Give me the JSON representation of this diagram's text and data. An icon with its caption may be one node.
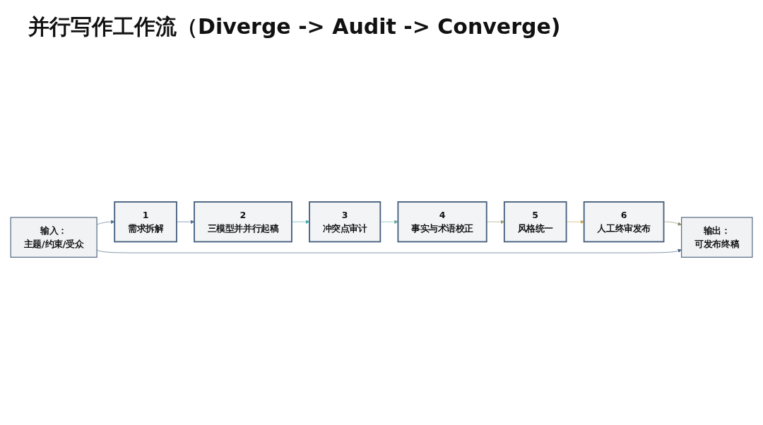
{
  "diagram": {
    "title": "并行写作工作流（Diverge -> Audit -> Converge)",
    "nodes": [
      {
        "text": [
          "1",
          "需求拆解"
        ]
      },
      {
        "text": [
          "2",
          "三模型并并行起稿"
        ]
      },
      {
        "text": [
          "3",
          "冲突点审计"
        ]
      },
      {
        "text": [
          "4",
          "事实与术语校正"
        ]
      },
      {
        "text": [
          "5",
          "风格统一"
        ]
      },
      {
        "text": [
          "6",
          "人工终审发布"
        ]
      },
      {
        "text": [
          "输入：",
          "主题/约束/受众"
        ]
      },
      {
        "text": [
          "输出：",
          "可发布终稿"
        ]
      }
    ],
    "edges": [
      {
        "from": 0,
        "to": 1,
        "arrow": "to",
        "color": "#4f6d8c"
      },
      {
        "from": 1,
        "to": 2,
        "arrow": "to",
        "color": "#3fa9ad"
      },
      {
        "from": 2,
        "to": 3,
        "arrow": "to",
        "color": "#5fab9c"
      },
      {
        "from": 3,
        "to": 4,
        "arrow": "to",
        "color": "#9a9c70"
      },
      {
        "from": 4,
        "to": 5,
        "arrow": "to",
        "color": "#c9a446"
      },
      {
        "from": 6,
        "to": 0,
        "arrow": "to",
        "color": "#4f6d8c"
      },
      {
        "from": 5,
        "to": 7,
        "arrow": "to",
        "color": "#8a8a60"
      },
      {
        "from": 6,
        "to": 7,
        "arrow": "to",
        "color": "#3d5a7a"
      }
    ]
  }
}
